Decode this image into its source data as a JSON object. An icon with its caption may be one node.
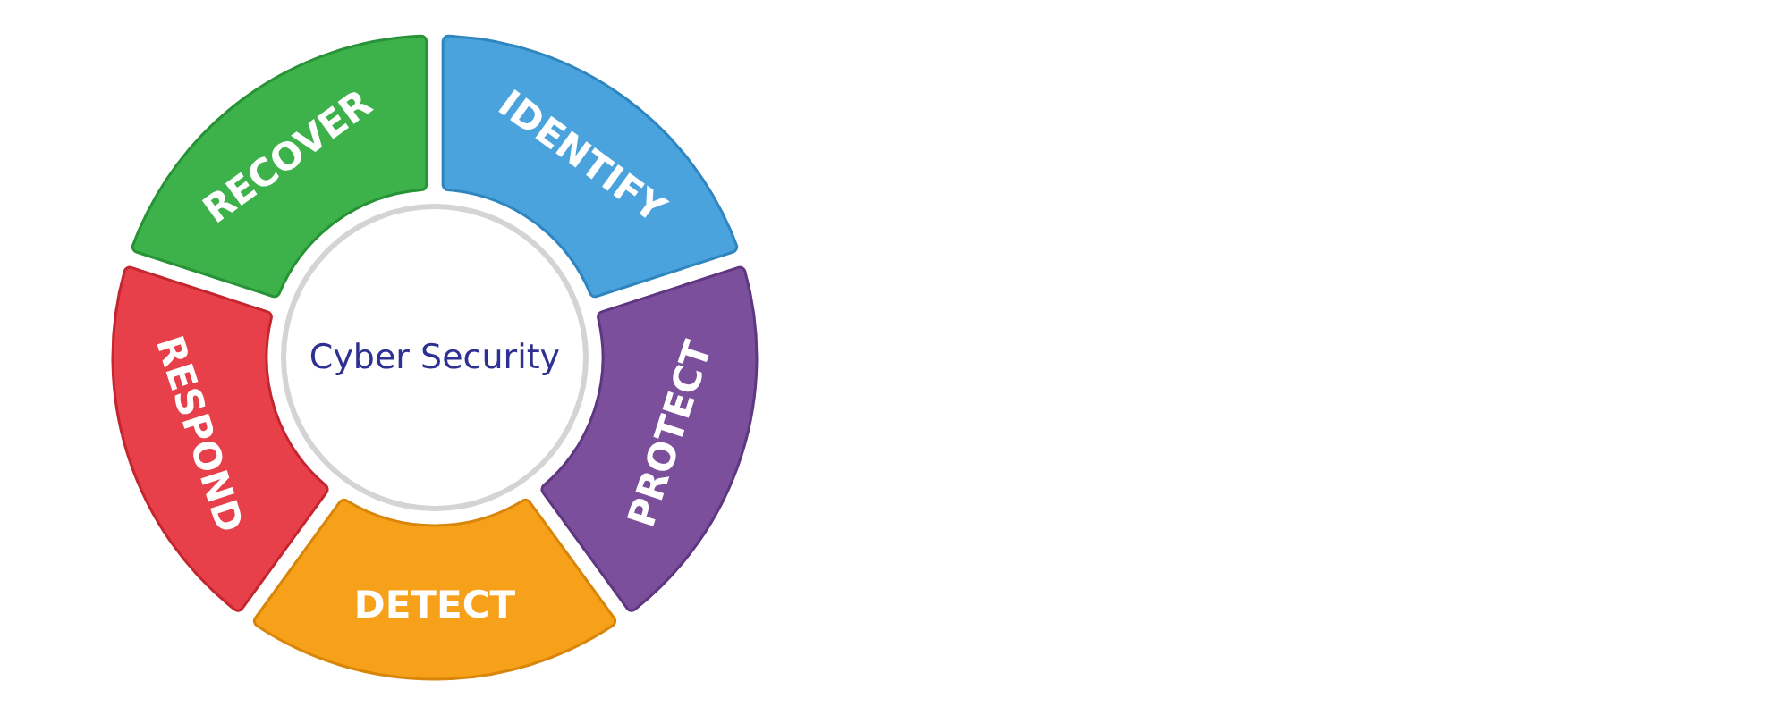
{
  "diagram": {
    "nodes": [
      {
        "text": [
          "Cyber Security"
        ]
      },
      {
        "text": [
          "IDENTIFY"
        ]
      },
      {
        "text": [
          "PROTECT"
        ]
      },
      {
        "text": [
          "DETECT"
        ]
      },
      {
        "text": [
          "RESPOND"
        ]
      },
      {
        "text": [
          "RECOVER"
        ]
      }
    ]
  }
}
